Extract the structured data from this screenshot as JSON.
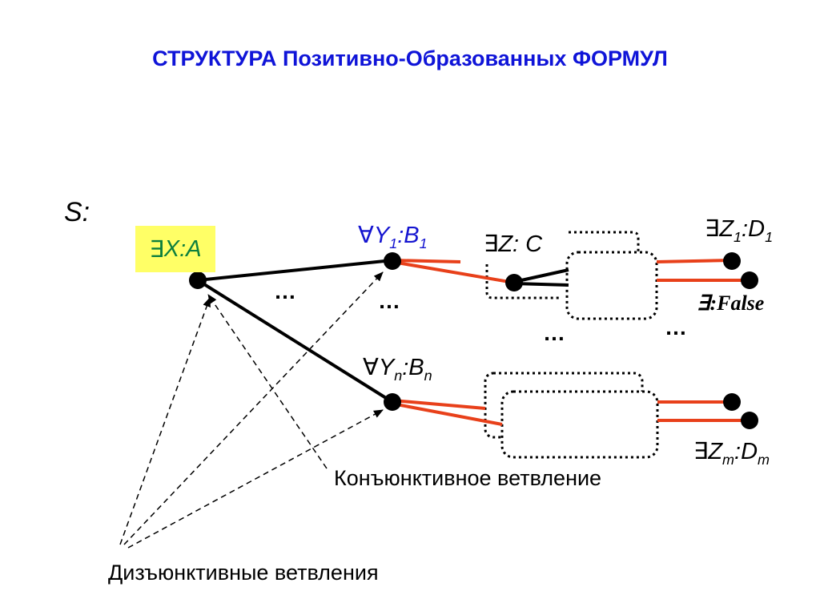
{
  "title": "СТРУКТУРА Позитивно-Образованных ФОРМУЛ",
  "s_label": "S:",
  "node_root": {
    "quant": "∃",
    "var": "X",
    "sep": ":",
    "type": "A"
  },
  "node_y1": {
    "quant": "∀",
    "var": "Y",
    "sub": "1",
    "sep": ":",
    "type": "B",
    "type_sub": "1"
  },
  "node_yn": {
    "quant": "∀",
    "var": "Y",
    "sub": "n",
    "sep": ":",
    "type": "B",
    "type_sub": "n"
  },
  "node_z": {
    "quant": "∃",
    "var": "Z",
    "sep": ": ",
    "type": "C"
  },
  "node_z1": {
    "quant": "∃",
    "var": "Z",
    "sub": "1",
    "sep": ":",
    "type": "D",
    "type_sub": "1"
  },
  "node_false": {
    "quant": "∃",
    "sep": ":",
    "type": "False"
  },
  "node_zm": {
    "quant": "∃",
    "var": "Z",
    "sub": "m",
    "sep": ":",
    "type": "D",
    "type_sub": "m"
  },
  "ellipsis": "…",
  "conjunctive_label": "Конъюнктивное ветвление",
  "disjunctive_label": "Дизъюнктивные ветвления",
  "colors": {
    "title": "#0f14d8",
    "highlight": "#ffff66",
    "root_text": "#0d7f3e",
    "y1_text": "#1414d0",
    "edge_red": "#e8401a",
    "edge_black": "#000000"
  }
}
